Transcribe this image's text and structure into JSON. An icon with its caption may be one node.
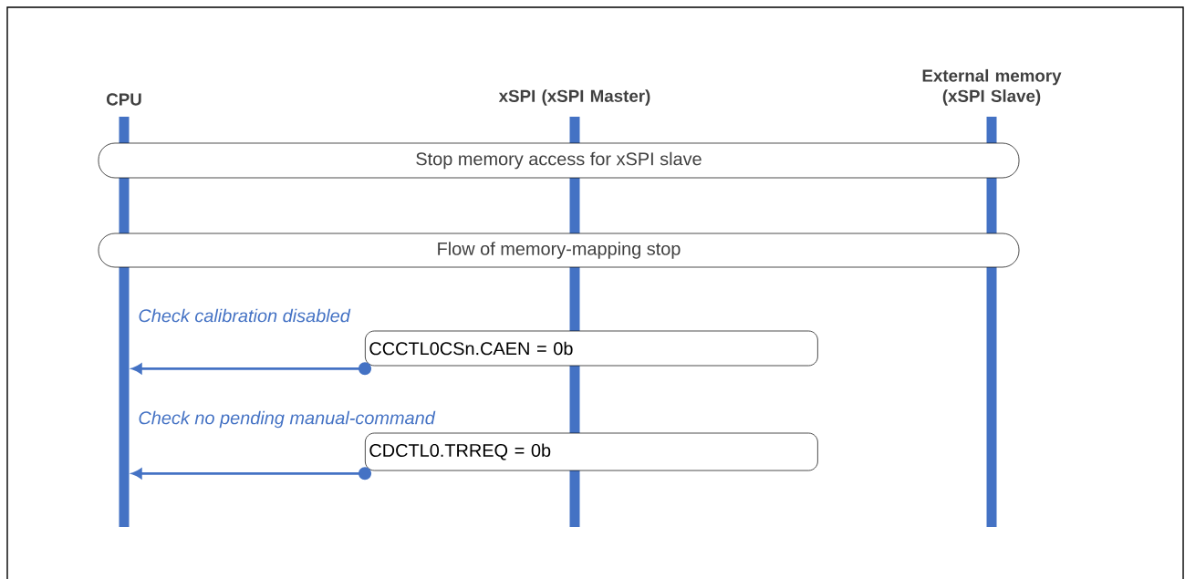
{
  "diagram": {
    "nodes": [
      {
        "text": [
          "CPU"
        ]
      },
      {
        "text": [
          "xSPI (xSPI Master)"
        ]
      },
      {
        "text": [
          "External memory (xSPI Slave)"
        ]
      },
      {
        "text": [
          "Stop memory access for xSPI slave"
        ]
      },
      {
        "text": [
          "Flow of memory-mapping stop"
        ]
      },
      {
        "text": [
          "CCCTL0CSn.CAEN = 0b"
        ]
      },
      {
        "text": [
          "CDCTL0.TRREQ = 0b"
        ]
      }
    ],
    "edges": [
      {
        "from": 5,
        "to": 0,
        "arrow": "to",
        "label": "Check calibration disabled"
      },
      {
        "from": 6,
        "to": 0,
        "arrow": "to",
        "label": "Check no pending manual-command"
      }
    ]
  }
}
